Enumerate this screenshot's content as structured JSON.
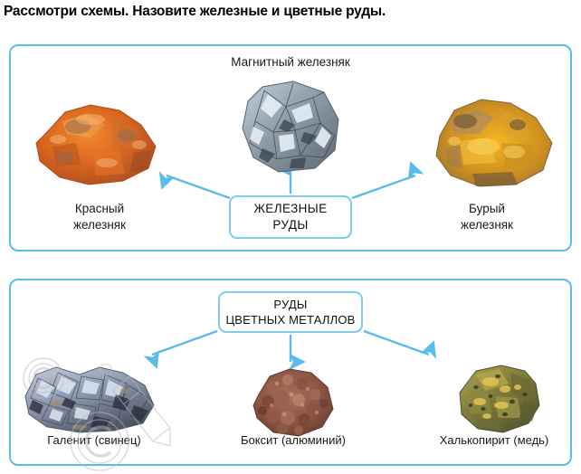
{
  "title": "Рассмотри схемы. Назовите железные и цветные руды.",
  "colors": {
    "panel_border": "#5BBCEC",
    "box_border": "#7FCBEE",
    "arrow": "#5BBCEC",
    "text": "#1a1a1a",
    "title_text": "#000000",
    "background": "#ffffff"
  },
  "diagrams": [
    {
      "id": "iron-ores",
      "center": {
        "line1": "ЖЕЛЕЗНЫЕ",
        "line2": "РУДЫ"
      },
      "arrow_direction": "outward-up",
      "items": [
        {
          "name": "hematite",
          "label_line1": "Красный",
          "label_line2": "железняк",
          "caption_position": "below",
          "color": "#d4622a"
        },
        {
          "name": "magnetite",
          "label_line1": "Магнитный железняк",
          "label_line2": "",
          "caption_position": "above",
          "color": "#8c9aa6"
        },
        {
          "name": "limonite",
          "label_line1": "Бурый",
          "label_line2": "железняк",
          "caption_position": "below",
          "color": "#d8a323"
        }
      ]
    },
    {
      "id": "non-ferrous-ores",
      "center": {
        "line1": "РУДЫ",
        "line2": "ЦВЕТНЫХ МЕТАЛЛОВ"
      },
      "arrow_direction": "outward-down",
      "items": [
        {
          "name": "galena",
          "label_line1": "Галенит (свинец)",
          "label_line2": "",
          "caption_position": "below",
          "color": "#8e99aa"
        },
        {
          "name": "bauxite",
          "label_line1": "Боксит (алюминий)",
          "label_line2": "",
          "caption_position": "below",
          "color": "#9b5f4a"
        },
        {
          "name": "chalcopyrite",
          "label_line1": "Халькопирит (медь)",
          "label_line2": "",
          "caption_position": "below",
          "color": "#8c8a3d"
        }
      ]
    }
  ],
  "watermark": {
    "text": "©"
  }
}
